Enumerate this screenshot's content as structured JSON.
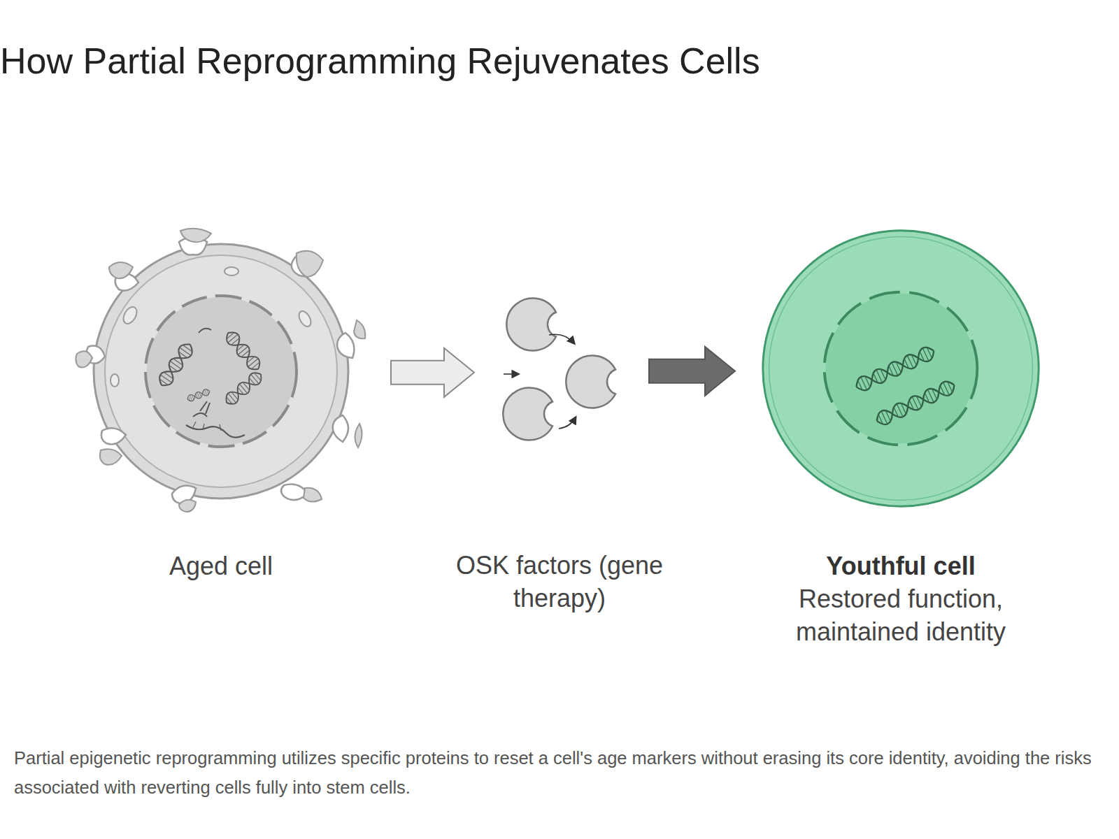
{
  "diagram": {
    "title": "How Partial Reprogramming Rejuvenates Cells",
    "caption": "Partial epigenetic reprogramming utilizes specific proteins to reset a cell's age markers without erasing its core identity, avoiding the risks associated with reverting cells fully into stem cells.",
    "nodes": [
      {
        "text": [
          "Aged cell"
        ]
      },
      {
        "text": [
          "OSK factors (gene therapy)"
        ]
      },
      {
        "text": [
          "Youthful cell",
          "Restored function, maintained identity"
        ]
      }
    ],
    "edges": [
      {
        "from": 0,
        "to": 1,
        "arrow": "to"
      },
      {
        "from": 1,
        "to": 2,
        "arrow": "to"
      }
    ]
  }
}
